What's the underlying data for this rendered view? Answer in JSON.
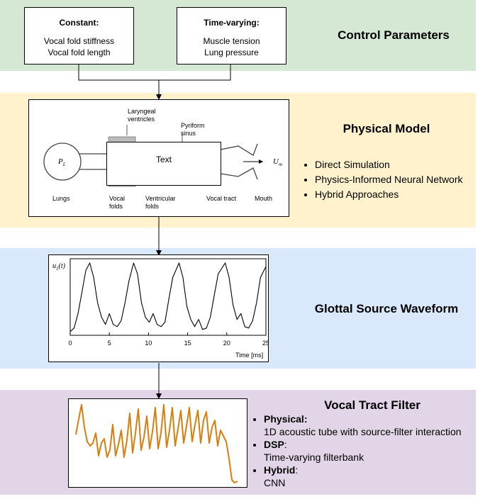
{
  "colors": {
    "control_bg": "#d5e8d4",
    "physical_bg": "#fff2cc",
    "glottal_bg": "#dae8fc",
    "vocal_bg": "#e1d5e7",
    "filter_curve": "#d97d0d"
  },
  "control": {
    "heading": "Control Parameters",
    "constant": {
      "title": "Constant:",
      "line1": "Vocal fold stiffness",
      "line2": "Vocal fold length"
    },
    "time_varying": {
      "title": "Time-varying:",
      "line1": "Muscle tension",
      "line2": "Lung pressure"
    }
  },
  "physical": {
    "heading": "Physical Model",
    "bullets": [
      "Direct Simulation",
      "Physics-Informed Neural Network",
      "Hybrid Approaches"
    ],
    "diagram": {
      "text_box": "Text",
      "lungs_symbol": "P",
      "lungs_sub": "L",
      "outflow_symbol": "U",
      "outflow_sub": "m",
      "labels": {
        "laryngeal": "Laryngeal",
        "ventricles": "ventricles",
        "pyriform": "Pyriform",
        "sinus": "sinus",
        "lungs": "Lungs",
        "vocal": "Vocal",
        "folds": "folds",
        "ventricular": "Ventricular",
        "ventricular_folds": "folds",
        "vocal_tract": "Vocal tract",
        "mouth": "Mouth"
      }
    }
  },
  "glottal": {
    "heading": "Glottal Source Waveform",
    "y_axis_label": "u",
    "y_axis_sub": "1",
    "y_axis_arg": "(t)",
    "x_axis_label": "Time [ms]",
    "x_ticks": [
      "0",
      "5",
      "10",
      "15",
      "20",
      "25"
    ]
  },
  "vocal": {
    "heading": "Vocal Tract Filter",
    "items": [
      {
        "title": "Physical:",
        "desc": "1D acoustic tube with source-filter interaction"
      },
      {
        "title": "DSP",
        "suffix": ":",
        "desc": "Time-varying filterbank"
      },
      {
        "title": "Hybrid",
        "suffix": ":",
        "desc": "CNN"
      }
    ]
  },
  "chart_data": {
    "type": "line",
    "x_range": [
      0,
      25
    ],
    "x_ticks": [
      0,
      5,
      10,
      15,
      20,
      25
    ],
    "xlabel": "Time [ms]",
    "ylabel": "u1(t)",
    "pulse_peaks_ms": [
      2.5,
      8.1,
      13.9,
      19.8
    ],
    "series": [
      {
        "x": [
          0,
          0.5,
          1.0,
          1.5,
          2.0,
          2.5,
          3.0,
          3.5,
          4.0,
          4.5,
          5.0,
          5.5,
          6.0,
          6.5,
          7.0,
          7.5,
          8.1,
          8.6,
          9.1,
          9.6,
          10.1,
          10.6,
          11.1,
          11.6,
          12.1,
          12.6,
          13.1,
          13.9,
          14.4,
          14.9,
          15.4,
          15.9,
          16.4,
          16.9,
          17.4,
          17.9,
          18.4,
          18.9,
          19.8,
          20.3,
          20.8,
          21.3,
          21.8,
          22.3,
          22.8,
          23.3,
          23.8,
          24.3,
          25.0
        ],
        "y": [
          0.05,
          0.1,
          0.3,
          0.6,
          0.9,
          1.0,
          0.8,
          0.45,
          0.25,
          0.15,
          0.3,
          0.15,
          0.12,
          0.2,
          0.45,
          0.75,
          1.0,
          0.85,
          0.45,
          0.25,
          0.18,
          0.3,
          0.15,
          0.12,
          0.18,
          0.5,
          0.8,
          1.0,
          0.8,
          0.4,
          0.22,
          0.12,
          0.22,
          0.08,
          0.1,
          0.25,
          0.55,
          0.85,
          1.0,
          0.8,
          0.42,
          0.22,
          0.3,
          0.12,
          0.1,
          0.2,
          0.45,
          0.8,
          0.95
        ]
      }
    ]
  }
}
